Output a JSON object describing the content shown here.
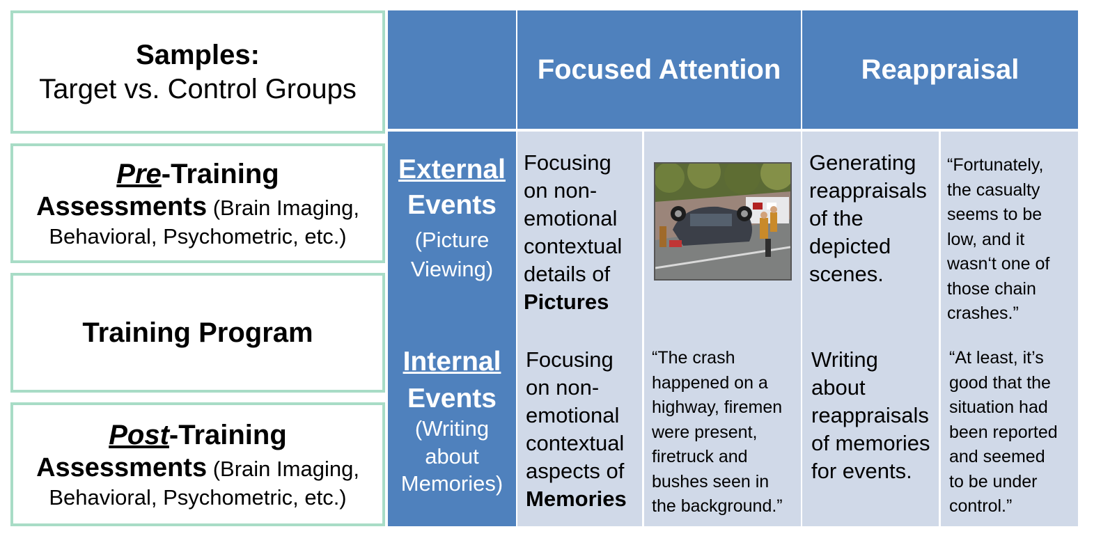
{
  "left": {
    "samples": {
      "title": "Samples:",
      "subtitle": "Target vs. Control Groups"
    },
    "pre": {
      "prefix": "Pre",
      "word": "-Training",
      "assess": "Assessments",
      "paren": " (Brain Imaging,",
      "line3": "Behavioral, Psychometric, etc.)"
    },
    "training": {
      "title": "Training Program"
    },
    "post": {
      "prefix": "Post",
      "word": "-Training",
      "assess": "Assessments",
      "paren": " (Brain Imaging,",
      "line3": "Behavioral, Psychometric, etc.)"
    }
  },
  "header": {
    "col1": "Focused Attention",
    "col2": "Reappraisal"
  },
  "rows": {
    "external": {
      "label1": "External",
      "label2": "Events",
      "label3": "(Picture",
      "label4": "Viewing)",
      "fa_text": "Focusing\non non-\nemotional\ncontextual\ndetails of",
      "fa_bold": "Pictures",
      "re_text": "Generating\nreappraisals\nof the\ndepicted\nscenes.",
      "re_quote": "“Fortunately,\nthe casualty\nseems to be\nlow, and it\nwasn‘t one of\nthose chain\ncrashes.”"
    },
    "internal": {
      "label1": "Internal",
      "label2": "Events",
      "label3": "(Writing",
      "label4": "about",
      "label5": "Memories)",
      "fa_text": "Focusing\non non-\nemotional\ncontextual\naspects of",
      "fa_bold": "Memories",
      "fa_quote": "“The crash\nhappened on a\nhighway, firemen\nwere present,\nfiretruck and\nbushes seen in\nthe background.”",
      "re_text": "Writing\nabout\nreappraisals\nof memories\nfor events.",
      "re_quote": "“At least, it’s\ngood that the\nsituation had\nbeen reported\nand seemed\nto be under\ncontrol.”"
    }
  },
  "colors": {
    "blue": "#4f81bd",
    "pale": "#d0d9e8",
    "green_border": "#a8dcc6"
  }
}
